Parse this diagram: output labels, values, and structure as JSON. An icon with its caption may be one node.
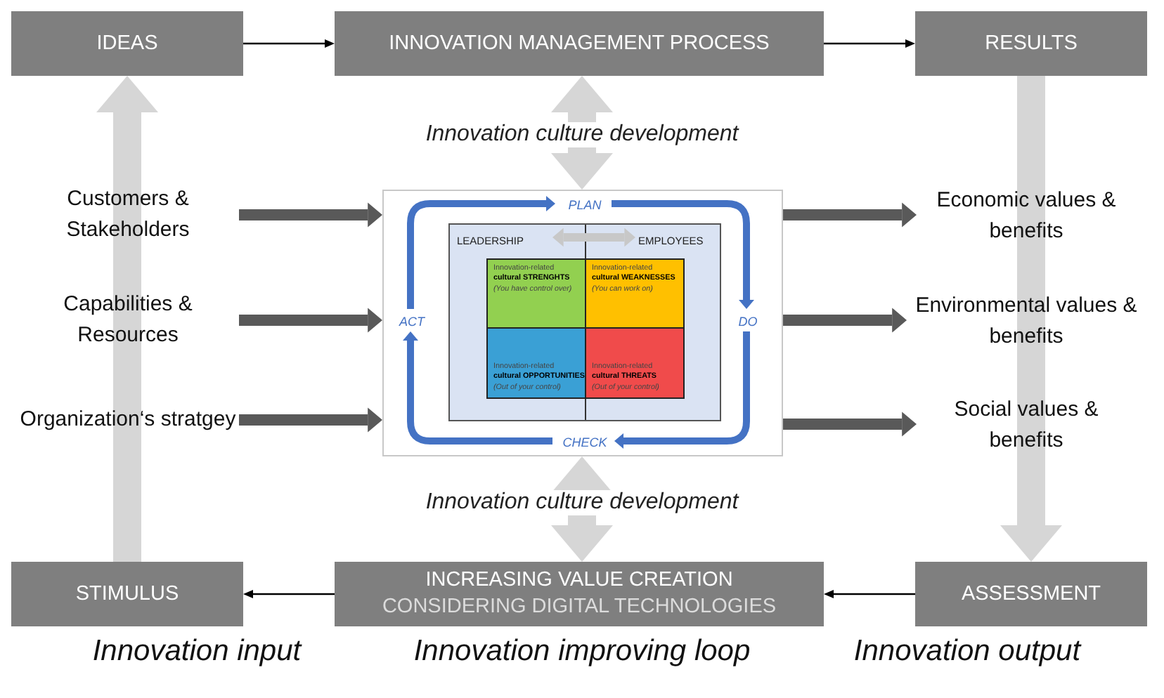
{
  "diagram": {
    "nodes": [
      {
        "text": [
          "IDEAS"
        ]
      },
      {
        "text": [
          "INNOVATION MANAGEMENT PROCESS"
        ]
      },
      {
        "text": [
          "RESULTS"
        ]
      },
      {
        "text": [
          "Customers & Stakeholders"
        ]
      },
      {
        "text": [
          "Capabilities & Resources"
        ]
      },
      {
        "text": [
          "Organization‘s stratgey"
        ]
      },
      {
        "text": [],
        "shape": "box"
      },
      {
        "text": [
          "PLAN"
        ],
        "in": 6
      },
      {
        "text": [
          "ACT"
        ],
        "in": 6
      },
      {
        "text": [
          "DO"
        ],
        "in": 6
      },
      {
        "text": [],
        "shape": "box",
        "in": 6
      },
      {
        "text": [
          "LEADERSHIP"
        ],
        "in": 10
      },
      {
        "text": [
          "EMPLOYEES"
        ],
        "in": 10
      },
      {
        "text": [
          "Innovation-related",
          "cultural STRENGHTS",
          "(You have control over)"
        ],
        "in": 10
      },
      {
        "text": [
          "Innovation-related",
          "cultural WEAKNESSES",
          "(You can work on)"
        ],
        "in": 10
      },
      {
        "text": [
          "Innovation-related",
          "cultural OPPORTUNITIES",
          "(Out of your control)"
        ],
        "in": 10
      },
      {
        "text": [
          "Innovation-related",
          "cultural THREATS",
          "(Out of your control)"
        ],
        "in": 10
      },
      {
        "text": [
          "CHECK"
        ],
        "in": 6
      },
      {
        "text": [
          "Economic values & benefits"
        ]
      },
      {
        "text": [
          "Environmental values & benefits"
        ]
      },
      {
        "text": [
          "Social values & benefits"
        ]
      },
      {
        "text": [
          "STIMULUS"
        ]
      },
      {
        "text": [
          "INCREASING VALUE CREATION",
          "CONSIDERING DIGITAL TECHNOLOGIES"
        ]
      },
      {
        "text": [
          "ASSESSMENT"
        ]
      }
    ],
    "edges": [
      {
        "from": 0,
        "to": 1,
        "arrow": "to"
      },
      {
        "from": 1,
        "to": 2,
        "arrow": "to"
      },
      {
        "from": 23,
        "to": 22,
        "arrow": "to"
      },
      {
        "from": 22,
        "to": 21,
        "arrow": "to"
      },
      {
        "from": 21,
        "to": 0,
        "arrow": "to",
        "style": "thick",
        "color": "#d6d6d6"
      },
      {
        "from": 2,
        "to": 23,
        "arrow": "to",
        "style": "thick",
        "color": "#d6d6d6"
      },
      {
        "from": 1,
        "to": 6,
        "arrow": "both",
        "style": "thick",
        "color": "#d6d6d6",
        "label": "Innovation culture development"
      },
      {
        "from": 22,
        "to": 6,
        "arrow": "both",
        "style": "thick",
        "color": "#d6d6d6",
        "label": "Innovation culture development"
      },
      {
        "from": 3,
        "to": 6,
        "arrow": "to",
        "color": "#595959"
      },
      {
        "from": 4,
        "to": 6,
        "arrow": "to",
        "color": "#595959"
      },
      {
        "from": 5,
        "to": 6,
        "arrow": "to",
        "color": "#595959"
      },
      {
        "from": 6,
        "to": 18,
        "arrow": "to",
        "color": "#595959"
      },
      {
        "from": 6,
        "to": 19,
        "arrow": "to",
        "color": "#595959"
      },
      {
        "from": 6,
        "to": 20,
        "arrow": "to",
        "color": "#595959"
      },
      {
        "from": 11,
        "to": 12,
        "arrow": "both",
        "color": "#c8c8c8"
      },
      {
        "from": 8,
        "to": 7,
        "arrow": "to",
        "color": "#4472c4"
      },
      {
        "from": 7,
        "to": 9,
        "arrow": "to",
        "color": "#4472c4"
      },
      {
        "from": 9,
        "to": 17,
        "arrow": "to",
        "color": "#4472c4"
      },
      {
        "from": 17,
        "to": 8,
        "arrow": "to",
        "color": "#4472c4"
      }
    ],
    "labels": [
      "Innovation input",
      "Innovation improving loop",
      "Innovation output"
    ]
  }
}
